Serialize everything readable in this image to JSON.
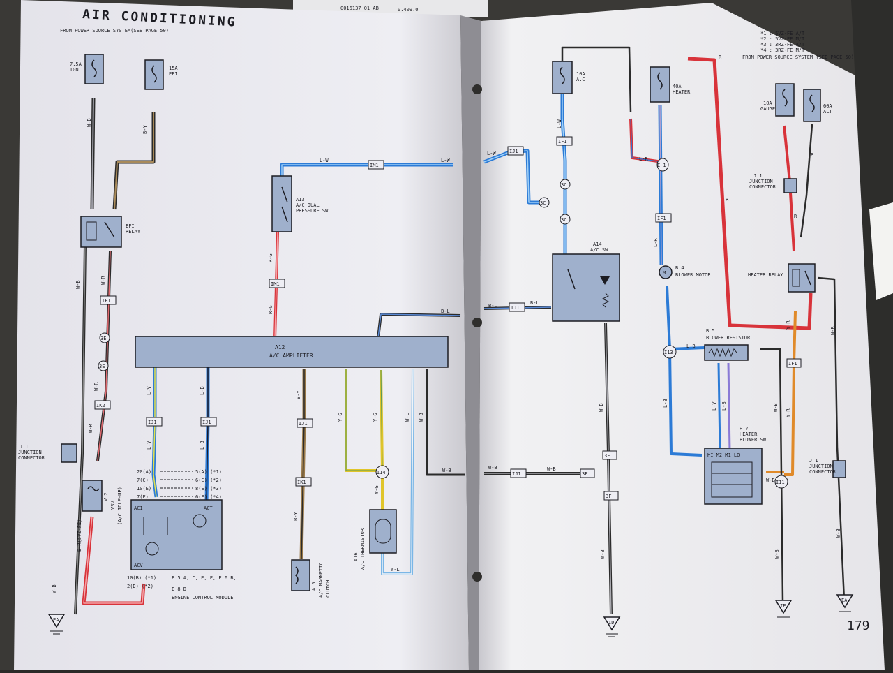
{
  "page": {
    "title": "AIR CONDITIONING",
    "source_note_left": "FROM POWER SOURCE SYSTEM(SEE PAGE 50)",
    "source_note_right": "FROM POWER SOURCE SYSTEM (SEE PAGE 50)",
    "page_number": "179",
    "top_code": "0016137 01 AB",
    "top_code_2": "0.409.0"
  },
  "fuses": {
    "ign": {
      "amp": "7.5A",
      "name": "IGN"
    },
    "efi": {
      "amp": "15A",
      "name": "EFI"
    },
    "ac": {
      "amp": "10A",
      "name": "A.C"
    },
    "heater": {
      "amp": "40A",
      "name": "HEATER"
    },
    "gauge": {
      "amp": "10A",
      "name": "GAUGE"
    },
    "alt": {
      "amp": "60A",
      "name": "ALT"
    }
  },
  "components": {
    "efi_relay": {
      "name": "EFI",
      "sub": "RELAY"
    },
    "dual_sw": {
      "id": "A13",
      "line1": "A/C DUAL",
      "line2": "PRESSURE SW"
    },
    "amplifier": {
      "id": "A12",
      "name": "A/C AMPLIFIER"
    },
    "jc_left": {
      "id": "J 1",
      "line1": "JUNCTION",
      "line2": "CONNECTOR"
    },
    "vsv": {
      "id": "V 2",
      "line1": "VSV",
      "line2": "(A/C IDLE-UP)"
    },
    "ecm": {
      "line1": "E 5 A, C, E, F, E 6 B,",
      "line2": "E 8 D",
      "name": "ENGINE CONTROL MODULE",
      "ac1": "AC1",
      "act": "ACT",
      "acv": "ACV"
    },
    "thermistor": {
      "id": "A16",
      "name": "A/C THERMISTOR"
    },
    "clutch": {
      "id": "A 5",
      "line1": "A/C MAGNETIC",
      "line2": "CLUTCH"
    },
    "ac_sw": {
      "id": "A14",
      "name": "A/C SW"
    },
    "blower_motor": {
      "id": "B 4",
      "name": "BLOWER MOTOR"
    },
    "blower_resistor": {
      "id": "B 5",
      "name": "BLOWER RESISTOR"
    },
    "heater_sw": {
      "id": "H 7",
      "line1": "HEATER",
      "line2": "BLOWER SW",
      "pos": [
        "HI",
        "M2",
        "M1",
        "LO"
      ]
    },
    "heater_relay": {
      "name": "HEATER RELAY"
    },
    "jc_right": {
      "id": "J 1",
      "line1": "JUNCTION",
      "line2": "CONNECTOR"
    },
    "jc_top": {
      "id": "J 1",
      "line1": "JUNCTION",
      "line2": "CONNECTOR"
    }
  },
  "grounds": [
    "EA",
    "ID",
    "IE",
    "EA"
  ],
  "wire_labels": {
    "w_b": "W-B",
    "b_y": "B-Y",
    "w_r": "W-R",
    "r_g": "R-G",
    "l_w": "L-W",
    "b_l": "B-L",
    "l_y": "L-Y",
    "l_b": "L-B",
    "y_g": "Y-G",
    "w_l": "W-L",
    "b_r": "B-R(5VZ-FE)",
    "l_r": "L-R",
    "r": "R",
    "y_r": "Y-R",
    "b": "B"
  },
  "connectors": {
    "if1": "IF1",
    "ij1": "IJ1",
    "ik1": "IK1",
    "ik2": "IK2",
    "im1": "IM1",
    "i13": "I13",
    "i14": "I14",
    "i11": "I11",
    "c3": "3C",
    "e3": "3E",
    "f3": "3F",
    "e1": "E 1"
  },
  "ecm_pins": [
    {
      "pin": "20",
      "letter": "A",
      "pin2": "5",
      "letter2": "A",
      "note": "(*1)"
    },
    {
      "pin": "7",
      "letter": "C",
      "pin2": "6",
      "letter2": "C",
      "note": "(*2)"
    },
    {
      "pin": "10",
      "letter": "E",
      "pin2": "8",
      "letter2": "E",
      "note": "(*3)"
    },
    {
      "pin": "7",
      "letter": "F",
      "pin2": "6",
      "letter2": "F",
      "note": "(*4)"
    }
  ],
  "ecm_low_pins": [
    {
      "pin": "10",
      "letter": "B",
      "note": "(*1)"
    },
    {
      "pin": "2",
      "letter": "D",
      "note": "(*2)"
    }
  ],
  "legend_notes": [
    "*1 : 5VZ-FE A/T",
    "*2 : 5VZ-FE M/T",
    "*3 : 3RZ-FE A/T",
    "*4 : 3RZ-FE M/T"
  ],
  "colors": {
    "black": "#2b2b2b",
    "red": "#d8333a",
    "blue": "#2c7bd6",
    "brown": "#9a7a4a",
    "yellow": "#e0c52a",
    "orange": "#e08a2a",
    "gray": "#8a8c94",
    "lightblue": "#7ab6e6",
    "component_fill": "#9fb0cc",
    "paper": "#eeeef4"
  }
}
